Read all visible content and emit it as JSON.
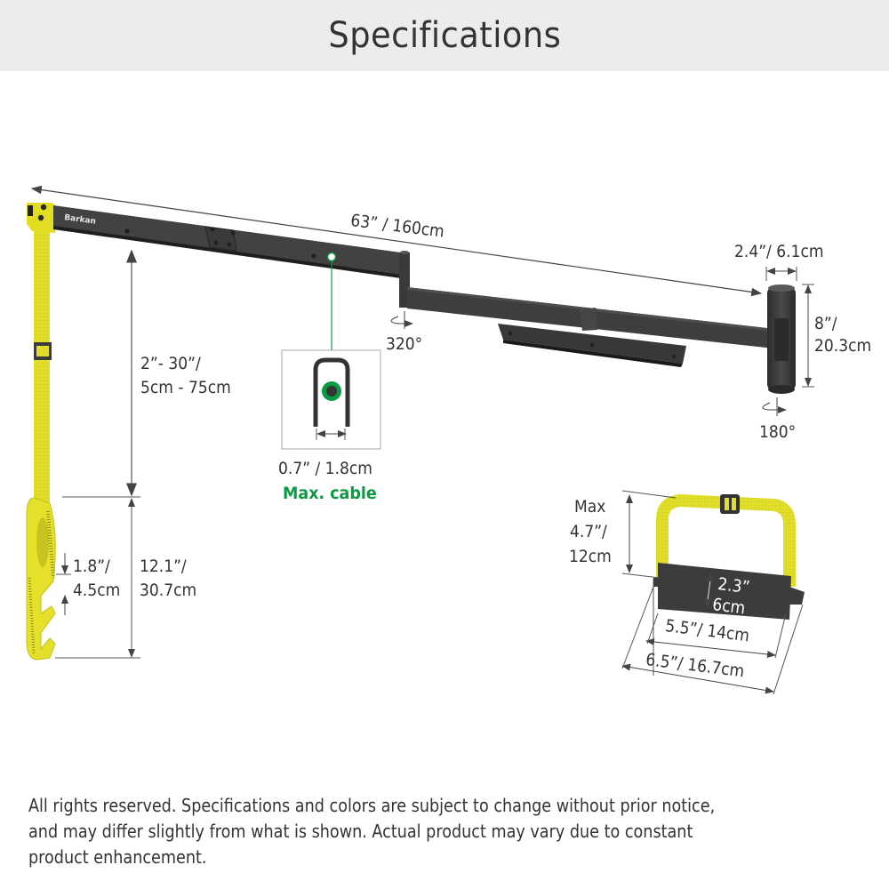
{
  "header": {
    "title": "Specifications"
  },
  "product": {
    "brand": "Barkan"
  },
  "dimensions": {
    "total_length": "63” / 160cm",
    "pole_width": "2.4”/ 6.1cm",
    "pole_height_line1": "8”/",
    "pole_height_line2": "20.3cm",
    "arm_rotation": "320°",
    "pole_rotation": "180°",
    "drop_range_line1": "2”- 30”/",
    "drop_range_line2": "5cm - 75cm",
    "hook_gap_line1": "1.8”/",
    "hook_gap_line2": "4.5cm",
    "hanger_length_line1": "12.1”/",
    "hanger_length_line2": "30.7cm",
    "cable_size": "0.7” / 1.8cm",
    "cable_label": "Max. cable",
    "clip_height_line1": "Max",
    "clip_height_line2": "4.7”/",
    "clip_height_line3": "12cm",
    "clip_depth_line1": "2.3”",
    "clip_depth_line2": "6cm",
    "clip_inner_width": "5.5”/ 14cm",
    "clip_outer_width": "6.5”/ 16.7cm"
  },
  "colors": {
    "header_bg": "#ececec",
    "arm": "#3b3b3b",
    "strap": "#e3e02a",
    "accent_green": "#0a9a43",
    "dimension_line": "#555555"
  },
  "footer": {
    "line1": "All rights reserved. Specifications and colors are subject to change without prior notice,",
    "line2": "and may differ slightly from what is shown. Actual product may vary due to constant",
    "line3": "product enhancement."
  }
}
